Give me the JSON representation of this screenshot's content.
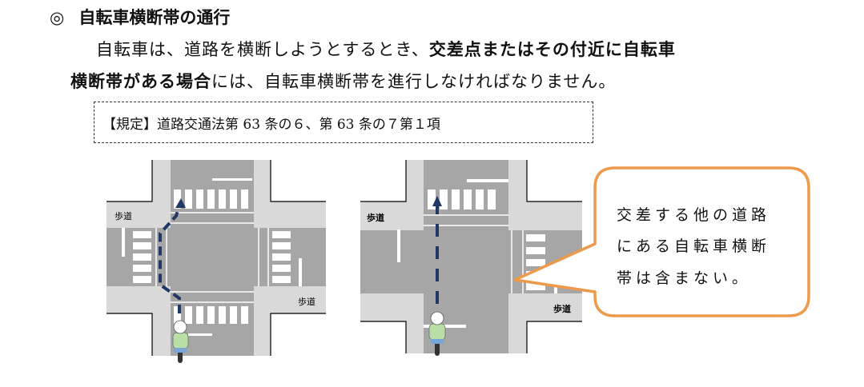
{
  "heading": {
    "mark": "◎",
    "text": "自転車横断帯の通行"
  },
  "paragraph": {
    "line1_normal": "自転車は、道路を横断しようとするとき、",
    "line1_bold": "交差点またはその付近に自転車",
    "line2_bold": "横断帯がある場合",
    "line2_normal": "には、自転車横断帯を進行しなければなりません。"
  },
  "regulation": "【規定】道路交通法第 63 条の６、第 63 条の７第１項",
  "diagram_left": {
    "sidewalk_label_1": "歩道",
    "sidewalk_label_2": "歩道"
  },
  "diagram_right": {
    "sidewalk_label_1": "歩道",
    "sidewalk_label_2": "歩道"
  },
  "callout": {
    "lines": [
      "交差する他の道路",
      "にある自転車横断",
      "帯は含まない。"
    ]
  },
  "colors": {
    "road": "#a6a6a6",
    "sidewalk": "#d9d9d9",
    "arrow": "#1f3864",
    "callout": "#ee9a4d"
  }
}
